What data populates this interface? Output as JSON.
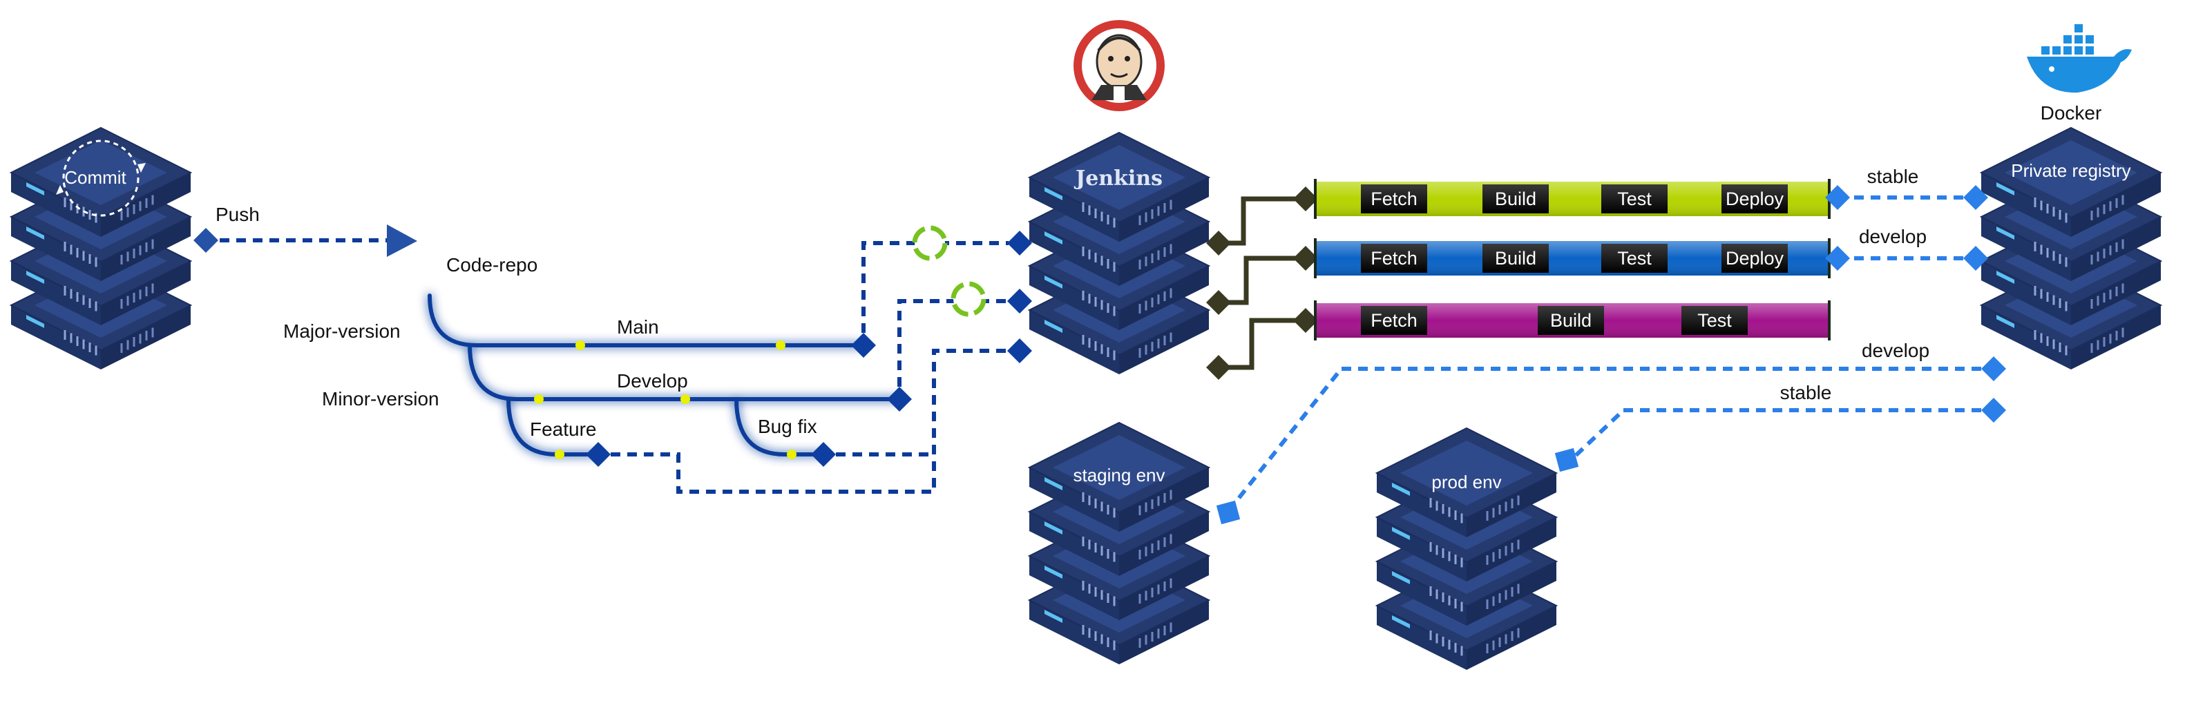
{
  "servers": {
    "commit": "Commit",
    "jenkins": "Jenkins",
    "registry": "Private registry",
    "staging": "staging env",
    "prod": "prod env"
  },
  "labels": {
    "push": "Push",
    "code_repo": "Code-repo",
    "major_version": "Major-version",
    "minor_version": "Minor-version",
    "docker": "Docker"
  },
  "branches": {
    "main": "Main",
    "develop": "Develop",
    "feature": "Feature",
    "bugfix": "Bug fix"
  },
  "pipelines": [
    {
      "color": "#b5d400",
      "steps": [
        "Fetch",
        "Build",
        "Test",
        "Deploy"
      ]
    },
    {
      "color": "#0a63c6",
      "steps": [
        "Fetch",
        "Build",
        "Test",
        "Deploy"
      ]
    },
    {
      "color": "#a3138c",
      "steps": [
        "Fetch",
        "Build",
        "Test"
      ]
    }
  ],
  "registry_links": {
    "top": "stable",
    "mid": "develop",
    "to_staging": "develop",
    "to_prod": "stable"
  },
  "colors": {
    "server_dark": "#253a6f",
    "server_mid": "#2f4a8a",
    "led": "#5cc1f2",
    "branch_line": "#0b3e9b",
    "dash_dark": "#0d3a9a",
    "dash_light": "#2b7fe8",
    "jenkins_connector": "#3a3a22"
  },
  "icons": {
    "jenkins": "jenkins-butler-logo",
    "docker": "docker-whale-logo",
    "sync": "sync-icon"
  }
}
